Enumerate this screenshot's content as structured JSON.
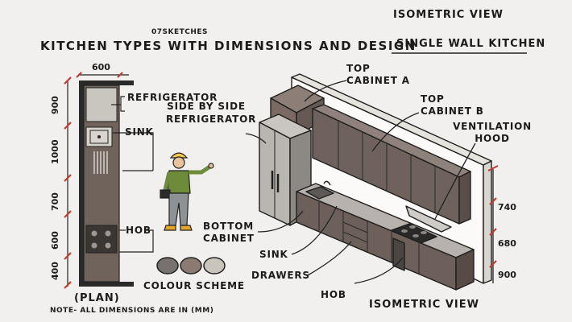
{
  "header": {
    "credit": "07SKETCHES",
    "title": "KITCHEN TYPES WITH DIMENSIONS AND DESIGN",
    "view_title": "ISOMETRIC VIEW",
    "kitchen_type": "SINGLE WALL KITCHEN"
  },
  "plan": {
    "top_dim": "600",
    "side_dims": [
      "900",
      "1000",
      "700",
      "600",
      "400"
    ],
    "labels": {
      "refrigerator": "REFRIGERATOR",
      "sink": "SINK",
      "hob": "HOB"
    },
    "caption": "(PLAN)"
  },
  "colour_scheme": {
    "label": "COLOUR SCHEME",
    "swatches": [
      "#77726f",
      "#8a7a72",
      "#c9c4bc"
    ]
  },
  "note": "NOTE- ALL DIMENSIONS ARE IN (MM)",
  "isometric": {
    "labels": {
      "side_by_side": "SIDE BY SIDE REFRIGERATOR",
      "top_cabinet_a": "TOP CABINET A",
      "top_cabinet_b": "TOP CABINET B",
      "ventilation_hood": "VENTILATION HOOD",
      "bottom_cabinet": "BOTTOM CABINET",
      "sink": "SINK",
      "drawers": "DRAWERS",
      "hob": "HOB"
    },
    "right_dims": [
      "740",
      "680",
      "900"
    ],
    "caption": "ISOMETRIC VIEW"
  }
}
